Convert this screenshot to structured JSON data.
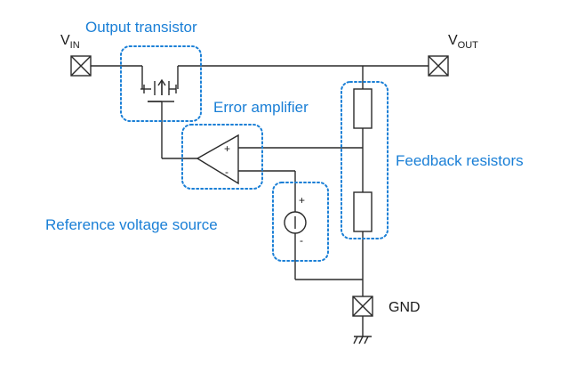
{
  "labels": {
    "vin_main": "V",
    "vin_sub": "IN",
    "vout_main": "V",
    "vout_sub": "OUT",
    "gnd": "GND",
    "output_transistor": "Output transistor",
    "error_amplifier": "Error amplifier",
    "feedback_resistors": "Feedback resistors",
    "reference_voltage_source": "Reference voltage source",
    "amp_plus": "+",
    "amp_minus": "-",
    "ref_plus": "+",
    "ref_minus": "-"
  },
  "colors": {
    "group_outline": "#1a7fd6",
    "group_label": "#1a7fd6",
    "wire": "#2a2a2a"
  }
}
